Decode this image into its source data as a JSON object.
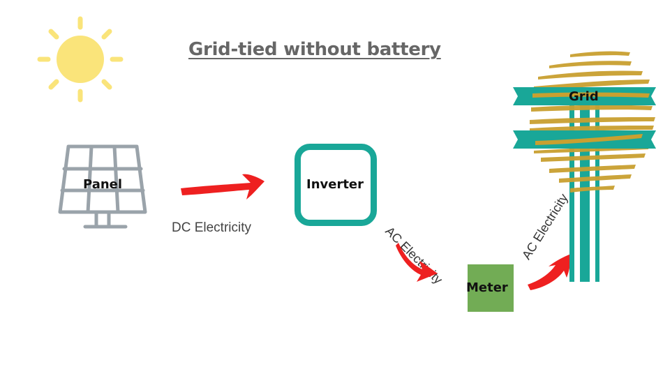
{
  "title": "Grid-tied without battery",
  "colors": {
    "sun": "#fae47a",
    "panel": "#9aa3aa",
    "arrow": "#ee2020",
    "inverter_border": "#19a798",
    "meter_fill": "#72ac55",
    "grid_teal": "#19a798",
    "grid_gold": "#c9a030",
    "title_text": "#666666"
  },
  "nodes": {
    "panel": {
      "label": "Panel",
      "icon": "solar-panel-icon"
    },
    "inverter": {
      "label": "Inverter"
    },
    "meter": {
      "label": "Meter"
    },
    "grid": {
      "label": "Grid",
      "icon": "power-grid-icon"
    }
  },
  "edges": [
    {
      "from": "panel",
      "to": "inverter",
      "label": "DC Electricity"
    },
    {
      "from": "inverter",
      "to": "meter",
      "label": "AC Electricity"
    },
    {
      "from": "meter",
      "to": "grid",
      "label": "AC Electricity"
    }
  ],
  "decor": {
    "sun_icon": "sun-icon"
  }
}
